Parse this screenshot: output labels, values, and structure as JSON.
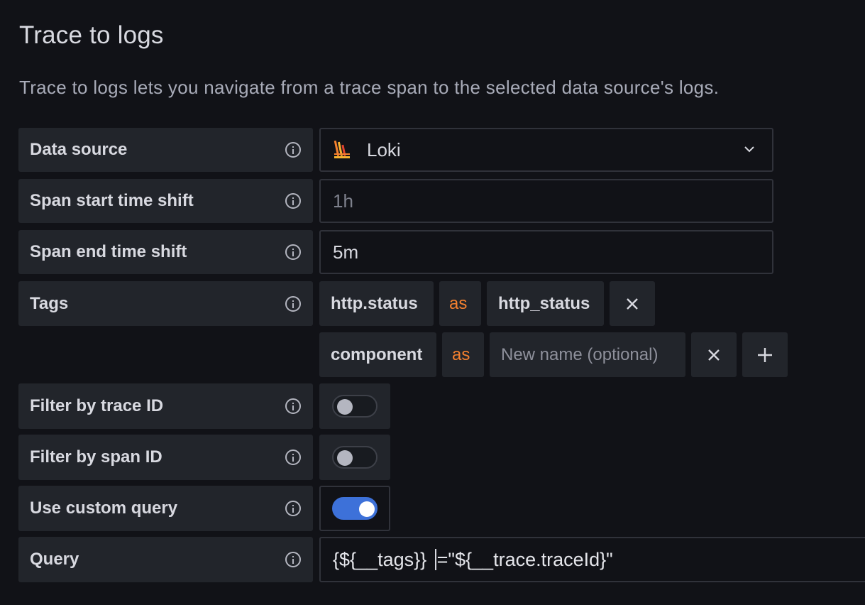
{
  "section": {
    "title": "Trace to logs",
    "description": "Trace to logs lets you navigate from a trace span to the selected data source's logs."
  },
  "fields": {
    "data_source": {
      "label": "Data source",
      "value": "Loki",
      "icon": "loki-logo-icon"
    },
    "span_start": {
      "label": "Span start time shift",
      "placeholder": "1h"
    },
    "span_end": {
      "label": "Span end time shift",
      "value": "5m"
    },
    "tags": {
      "label": "Tags",
      "rows": [
        {
          "key": "http.status",
          "as": "as",
          "name": "http_status"
        },
        {
          "key": "component",
          "as": "as",
          "name_placeholder": "New name (optional)"
        }
      ],
      "remove_icon": "close-icon",
      "add_icon": "plus-icon"
    },
    "filter_trace": {
      "label": "Filter by trace ID",
      "enabled": false
    },
    "filter_span": {
      "label": "Filter by span ID",
      "enabled": false
    },
    "custom_query": {
      "label": "Use custom query",
      "enabled": true
    },
    "query": {
      "label": "Query",
      "value_before_cursor": "{${__tags}} ",
      "value_after_cursor": "=\"${__trace.traceId}\""
    }
  },
  "colors": {
    "background": "#111217",
    "panel": "#22252b",
    "accent_orange": "#f5812f",
    "toggle_on": "#3d71d9"
  }
}
